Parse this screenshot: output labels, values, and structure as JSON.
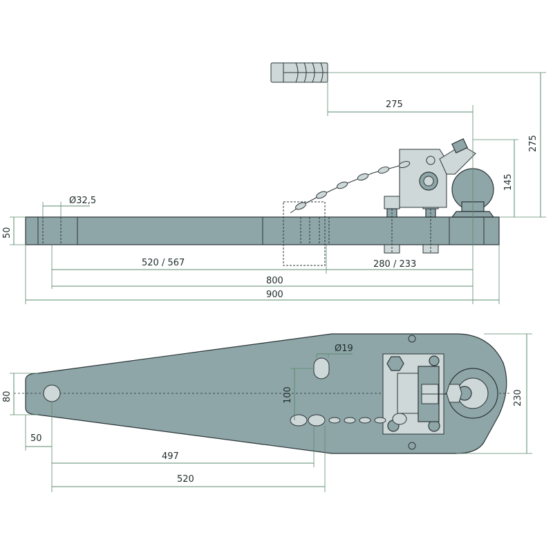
{
  "side_view": {
    "dim_pin_offset": "275",
    "dim_height_total": "275",
    "dim_ball_height": "145",
    "dim_hole_diameter": "Ø32,5",
    "dim_thickness": "50",
    "dim_left_length": "520 / 567",
    "dim_right_length": "280 / 233",
    "dim_centers": "800",
    "dim_overall": "900"
  },
  "top_view": {
    "dim_slot_diameter": "Ø19",
    "dim_end_width": "80",
    "dim_slot_spacing": "100",
    "dim_width": "230",
    "dim_end_radius": "50",
    "dim_slot_distance": "497",
    "dim_slot_distance_2": "520"
  },
  "colors": {
    "part_fill": "#8fa6a8",
    "dimension_line": "#5a8a6e"
  }
}
